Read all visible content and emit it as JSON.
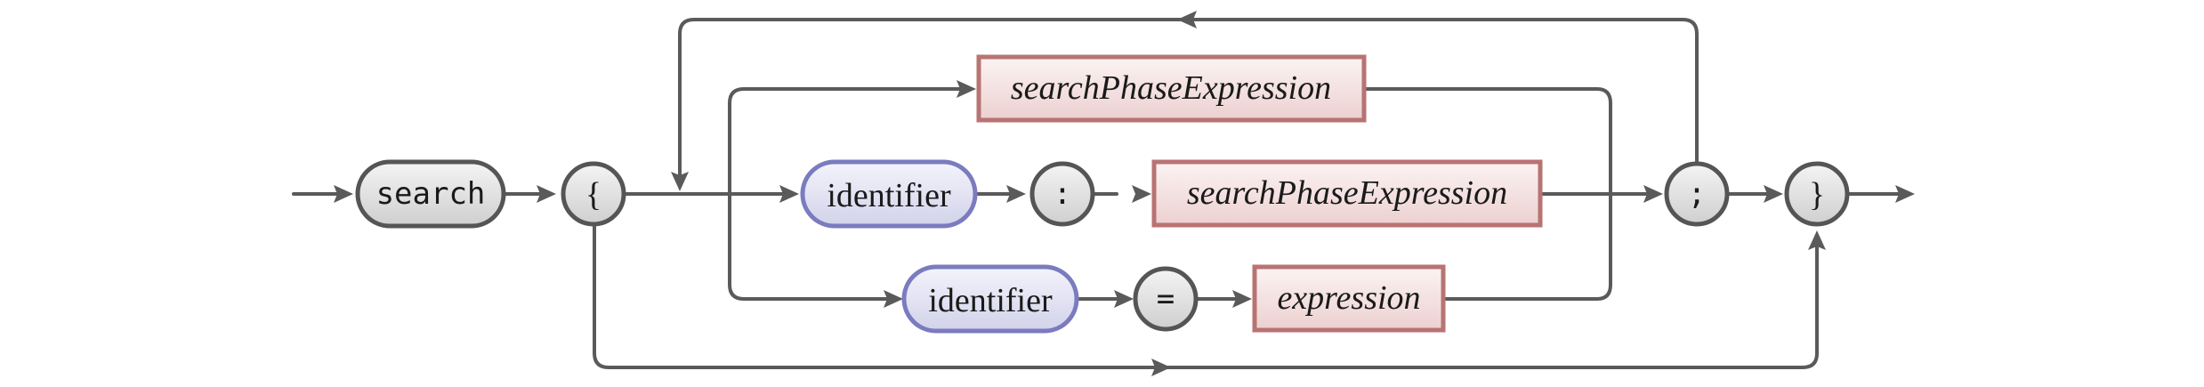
{
  "diagram": {
    "start_keyword": "search",
    "open_brace": "{",
    "close_brace": "}",
    "branch_top": {
      "expression": "searchPhaseExpression"
    },
    "branch_middle": {
      "identifier": "identifier",
      "separator": ":",
      "expression": "searchPhaseExpression"
    },
    "branch_bottom": {
      "identifier": "identifier",
      "separator": "=",
      "expression": "expression"
    },
    "semicolon": ";"
  },
  "colors": {
    "line": "#5a5a5a",
    "terminal_stroke": "#555555",
    "identifier_stroke": "#7b7bbf",
    "nonterminal_stroke": "#b87373"
  }
}
